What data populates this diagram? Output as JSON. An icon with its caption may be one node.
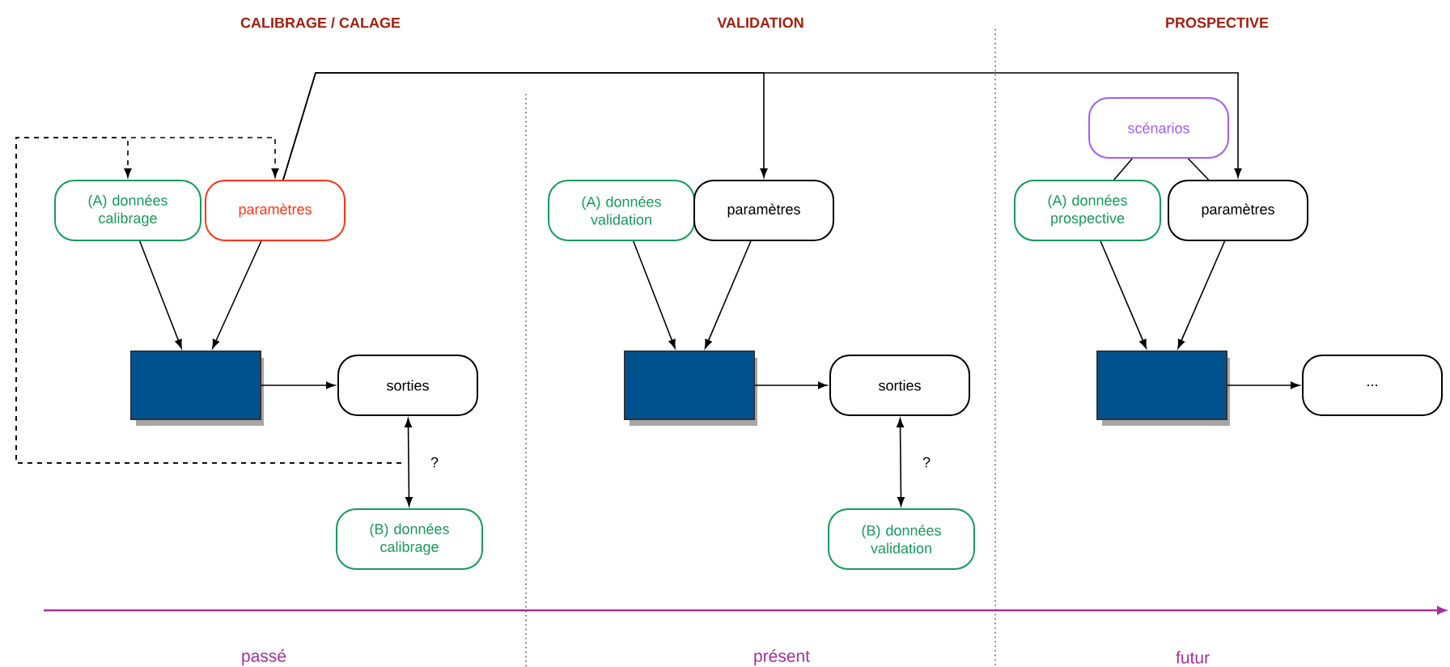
{
  "diagram": {
    "nodes": [
      {
        "text": [
          "(A) données calibrage"
        ]
      },
      {
        "text": [
          "paramètres"
        ]
      },
      {
        "text": [],
        "shape": "box"
      },
      {
        "text": [
          "sorties"
        ]
      },
      {
        "text": [
          "(B) données calibrage"
        ]
      },
      {
        "text": [
          "(A) données validation"
        ]
      },
      {
        "text": [
          "paramètres"
        ]
      },
      {
        "text": [],
        "shape": "box"
      },
      {
        "text": [
          "sorties"
        ]
      },
      {
        "text": [
          "(B) données validation"
        ]
      },
      {
        "text": [
          "scénarios"
        ]
      },
      {
        "text": [
          "(A) données prospective"
        ]
      },
      {
        "text": [
          "paramètres"
        ]
      },
      {
        "text": [],
        "shape": "box"
      },
      {
        "text": [
          "..."
        ]
      }
    ],
    "edges": [
      {
        "from": 0,
        "to": 2,
        "arrow": "to"
      },
      {
        "from": 1,
        "to": 2,
        "arrow": "to"
      },
      {
        "from": 2,
        "to": 3,
        "arrow": "to"
      },
      {
        "from": 3,
        "to": 4,
        "arrow": "both",
        "label": "?"
      },
      {
        "from": null,
        "to": 0,
        "arrow": "to",
        "style": "dashed"
      },
      {
        "from": null,
        "to": 1,
        "arrow": "to",
        "style": "dashed"
      },
      {
        "from": 1,
        "to": 6,
        "arrow": "to"
      },
      {
        "from": 1,
        "to": 12,
        "arrow": "to"
      },
      {
        "from": 5,
        "to": 7,
        "arrow": "to"
      },
      {
        "from": 6,
        "to": 7,
        "arrow": "to"
      },
      {
        "from": 7,
        "to": 8,
        "arrow": "to"
      },
      {
        "from": 8,
        "to": 9,
        "arrow": "both",
        "label": "?"
      },
      {
        "from": 10,
        "to": 11,
        "arrow": "none"
      },
      {
        "from": 10,
        "to": 12,
        "arrow": "none"
      },
      {
        "from": 11,
        "to": 13,
        "arrow": "to"
      },
      {
        "from": 12,
        "to": 13,
        "arrow": "to"
      },
      {
        "from": 13,
        "to": 14,
        "arrow": "to"
      }
    ],
    "labels": [
      "CALIBRAGE / CALAGE",
      "VALIDATION",
      "PROSPECTIVE",
      "passé",
      "présent",
      "futur"
    ]
  }
}
